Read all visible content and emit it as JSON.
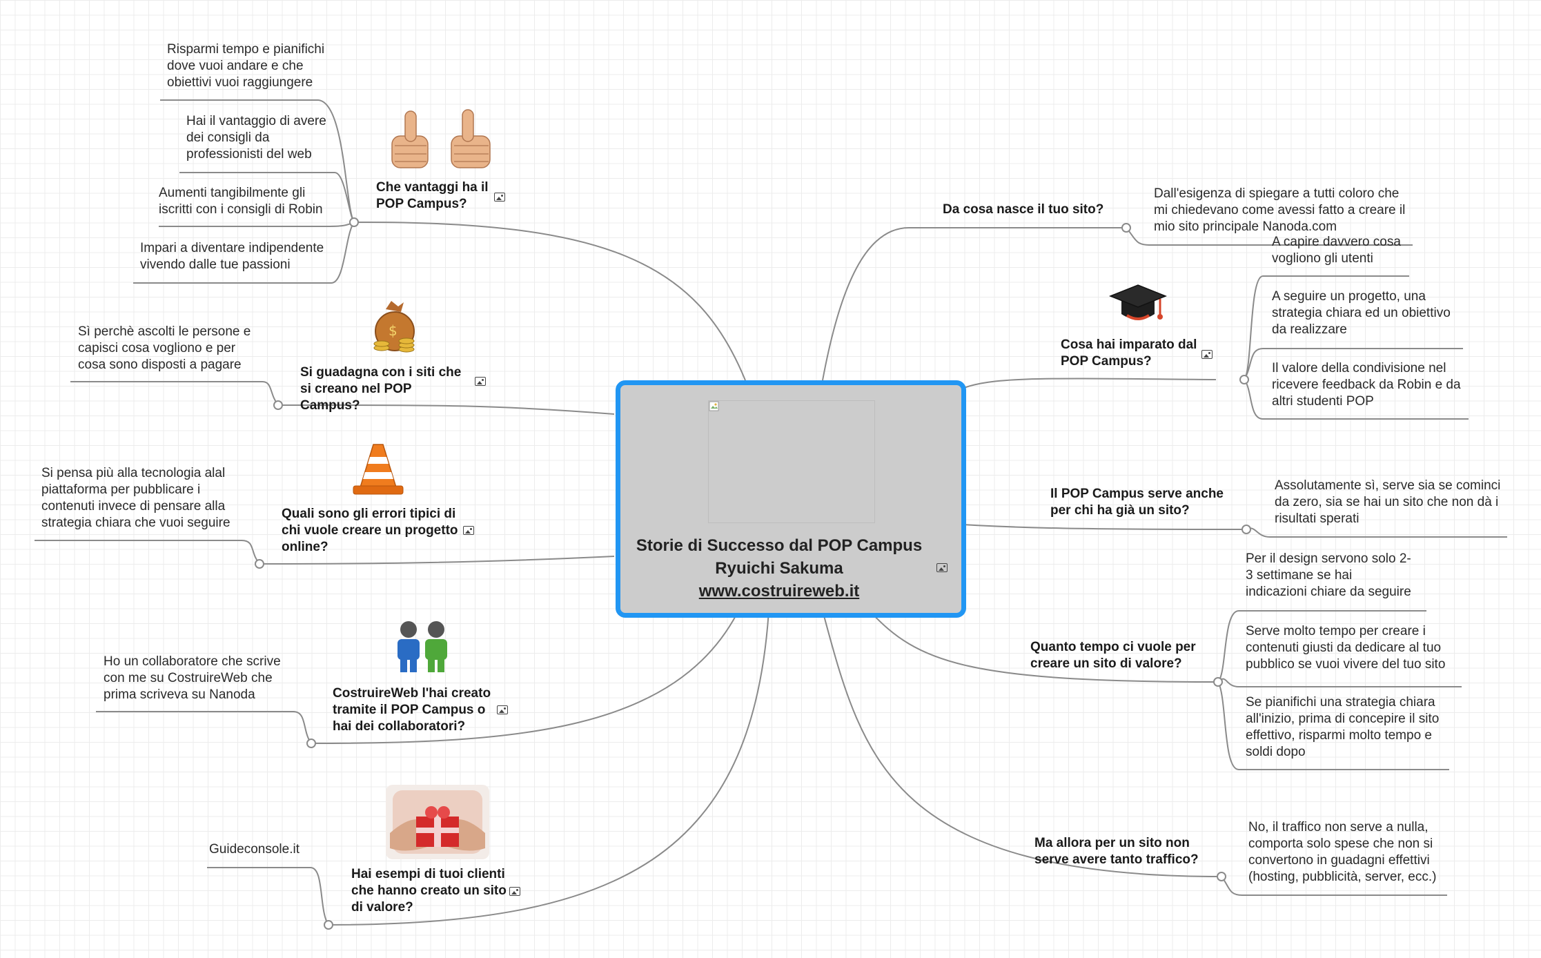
{
  "central": {
    "line1": "Storie di Successo dal POP Campus",
    "line2": "Ryuichi Sakuma",
    "link": "www.costruireweb.it",
    "border_color": "#2196f3",
    "fill_color": "#cccccc"
  },
  "left_branches": [
    {
      "label": "Che vantaggi ha il POP Campus?",
      "image": "thumbs-up-image",
      "children": [
        "Risparmi tempo e pianifichi dove vuoi andare e che obiettivi vuoi raggiungere",
        "Hai il vantaggio di avere dei consigli da professionisti del web",
        "Aumenti tangibilmente gli iscritti con i consigli di Robin",
        "Impari a diventare indipendente vivendo dalle tue passioni"
      ]
    },
    {
      "label": "Si guadagna con i siti che si creano nel POP Campus?",
      "image": "money-bag-image",
      "children": [
        "Sì perchè ascolti le persone e capisci cosa vogliono e per cosa sono disposti a pagare"
      ]
    },
    {
      "label": "Quali sono gli errori tipici di chi vuole creare un progetto online?",
      "image": "traffic-cone-image",
      "children": [
        "Si pensa più alla tecnologia alal piattaforma per pubblicare i contenuti invece di pensare alla strategia chiara che vuoi seguire"
      ]
    },
    {
      "label": "CostruireWeb l'hai creato tramite il POP Campus o hai dei collaboratori?",
      "image": "two-people-image",
      "children": [
        "Ho un collaboratore che scrive con me su CostruireWeb che prima scriveva su Nanoda"
      ]
    },
    {
      "label": "Hai esempi di tuoi clienti che hanno creato un sito di valore?",
      "image": "gift-image",
      "children": [
        "Guideconsole.it"
      ]
    }
  ],
  "right_branches": [
    {
      "label": "Da cosa nasce il tuo sito?",
      "children": [
        "Dall'esigenza di spiegare a tutti coloro che mi chiedevano come avessi fatto a creare il mio sito principale Nanoda.com"
      ]
    },
    {
      "label": "Cosa hai imparato dal POP Campus?",
      "image": "graduation-cap-image",
      "children": [
        "A capire davvero cosa vogliono gli utenti",
        "A seguire un progetto, una strategia chiara ed un obiettivo da realizzare",
        "Il valore della condivisione nel ricevere feedback da Robin e da altri studenti POP"
      ]
    },
    {
      "label": "Il POP Campus serve anche per chi ha già un sito?",
      "children": [
        "Assolutamente sì, serve sia se cominci da zero, sia se hai un sito che non dà i risultati sperati"
      ]
    },
    {
      "label": "Quanto tempo ci vuole per creare un sito di valore?",
      "children": [
        "Per il design servono solo 2-3 settimane se hai indicazioni chiare da seguire",
        "Serve molto tempo per creare i contenuti giusti da dedicare al tuo pubblico se vuoi vivere del tuo sito",
        "Se pianifichi una strategia chiara all'inizio, prima di concepire il sito effettivo, risparmi molto tempo e soldi dopo"
      ]
    },
    {
      "label": "Ma allora per un sito non serve avere tanto traffico?",
      "children": [
        "No, il traffico non serve a nulla, comporta solo spese che non si convertono in guadagni effettivi (hosting, pubblicità, server, ecc.)"
      ]
    }
  ],
  "colors": {
    "connector": "#8a8a8a",
    "grid": "#ececec"
  }
}
